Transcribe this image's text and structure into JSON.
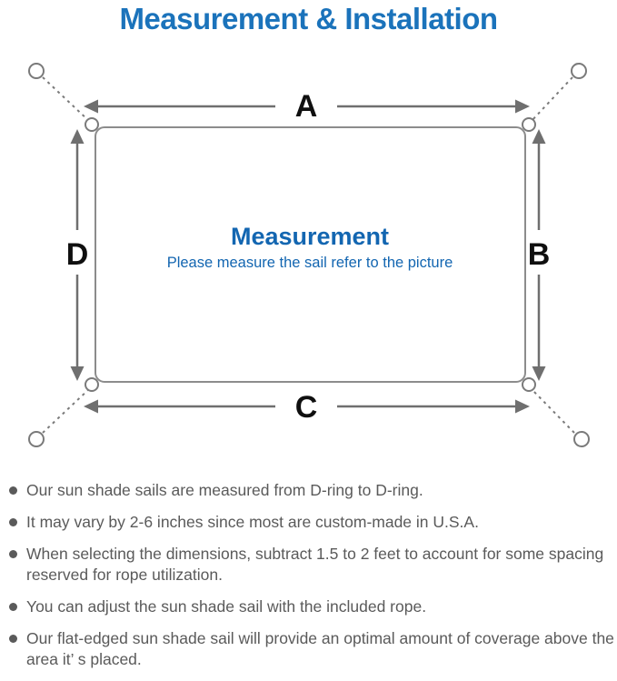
{
  "page": {
    "title": "Measurement & Installation"
  },
  "colors": {
    "title_blue": "#1b73bb",
    "center_blue": "#1366b1",
    "line_gray": "#6f6f6f",
    "anchor_gray": "#7a7a7a",
    "rect_gray": "#8c8c8c",
    "label_black": "#0f0f0f",
    "text_gray": "#5a5a5a"
  },
  "diagram": {
    "type": "measurement-diagram",
    "shape": "rectangle-sail-with-corner-d-rings-and-anchor-points",
    "labels": {
      "top": "A",
      "right": "B",
      "bottom": "C",
      "left": "D"
    },
    "center_title": "Measurement",
    "center_subtitle": "Please measure the sail refer to the picture"
  },
  "notes": {
    "items": [
      "Our sun shade sails are measured from D-ring to D-ring.",
      "It may vary by 2-6 inches since most are custom-made in U.S.A.",
      "When selecting the dimensions, subtract 1.5 to 2 feet to account for some spacing reserved for rope utilization.",
      "You can adjust the sun shade sail with the included rope.",
      "Our flat-edged sun shade sail will provide an optimal amount of coverage above the area it’ s placed."
    ]
  }
}
